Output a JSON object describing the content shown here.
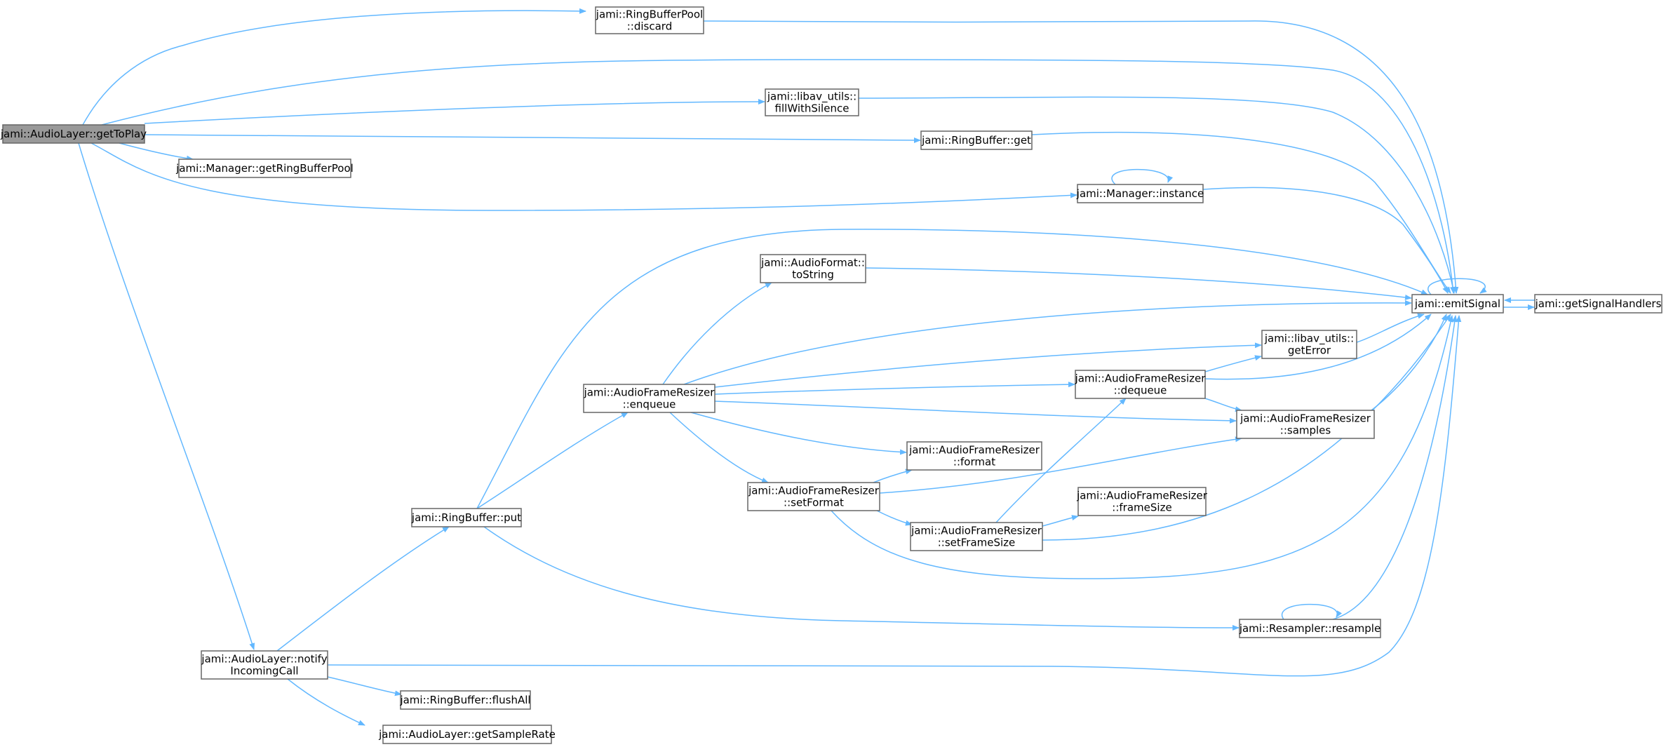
{
  "diagram": {
    "edge_color": "#63b8ff",
    "root_fill": "#999999",
    "node_fill": "#ffffff",
    "node_stroke": "#666666",
    "nodes": [
      {
        "id": "getToPlay",
        "label": [
          "jami::AudioLayer::getToPlay"
        ],
        "root": true
      },
      {
        "id": "discard",
        "label": [
          "jami::RingBufferPool",
          "::discard"
        ]
      },
      {
        "id": "fillWithSilence",
        "label": [
          "jami::libav_utils::",
          "fillWithSilence"
        ]
      },
      {
        "id": "rbget",
        "label": [
          "jami::RingBuffer::get"
        ]
      },
      {
        "id": "getRingBufferPool",
        "label": [
          "jami::Manager::getRingBufferPool"
        ]
      },
      {
        "id": "instance",
        "label": [
          "jami::Manager::instance"
        ]
      },
      {
        "id": "toString",
        "label": [
          "jami::AudioFormat::",
          "toString"
        ]
      },
      {
        "id": "emitSignal",
        "label": [
          "jami::emitSignal"
        ]
      },
      {
        "id": "getSignalHandlers",
        "label": [
          "jami::getSignalHandlers"
        ]
      },
      {
        "id": "getError",
        "label": [
          "jami::libav_utils::",
          "getError"
        ]
      },
      {
        "id": "enqueue",
        "label": [
          "jami::AudioFrameResizer",
          "::enqueue"
        ]
      },
      {
        "id": "dequeue",
        "label": [
          "jami::AudioFrameResizer",
          "::dequeue"
        ]
      },
      {
        "id": "samples",
        "label": [
          "jami::AudioFrameResizer",
          "::samples"
        ]
      },
      {
        "id": "format",
        "label": [
          "jami::AudioFrameResizer",
          "::format"
        ]
      },
      {
        "id": "setFormat",
        "label": [
          "jami::AudioFrameResizer",
          "::setFormat"
        ]
      },
      {
        "id": "frameSize",
        "label": [
          "jami::AudioFrameResizer",
          "::frameSize"
        ]
      },
      {
        "id": "rbput",
        "label": [
          "jami::RingBuffer::put"
        ]
      },
      {
        "id": "setFrameSize",
        "label": [
          "jami::AudioFrameResizer",
          "::setFrameSize"
        ]
      },
      {
        "id": "resample",
        "label": [
          "jami::Resampler::resample"
        ]
      },
      {
        "id": "notifyIncomingCall",
        "label": [
          "jami::AudioLayer::notify",
          "IncomingCall"
        ]
      },
      {
        "id": "flushAll",
        "label": [
          "jami::RingBuffer::flushAll"
        ]
      },
      {
        "id": "getSampleRate",
        "label": [
          "jami::AudioLayer::getSampleRate"
        ]
      }
    ],
    "edges": [
      [
        "getToPlay",
        "discard"
      ],
      [
        "getToPlay",
        "emitSignal"
      ],
      [
        "getToPlay",
        "fillWithSilence"
      ],
      [
        "getToPlay",
        "rbget"
      ],
      [
        "getToPlay",
        "getRingBufferPool"
      ],
      [
        "getToPlay",
        "instance"
      ],
      [
        "getToPlay",
        "notifyIncomingCall"
      ],
      [
        "discard",
        "emitSignal"
      ],
      [
        "fillWithSilence",
        "emitSignal"
      ],
      [
        "rbget",
        "emitSignal"
      ],
      [
        "instance",
        "instance"
      ],
      [
        "instance",
        "emitSignal"
      ],
      [
        "emitSignal",
        "emitSignal"
      ],
      [
        "emitSignal",
        "getSignalHandlers"
      ],
      [
        "getSignalHandlers",
        "emitSignal"
      ],
      [
        "toString",
        "emitSignal"
      ],
      [
        "getError",
        "emitSignal"
      ],
      [
        "dequeue",
        "getError"
      ],
      [
        "dequeue",
        "emitSignal"
      ],
      [
        "dequeue",
        "samples"
      ],
      [
        "samples",
        "emitSignal"
      ],
      [
        "enqueue",
        "toString"
      ],
      [
        "enqueue",
        "emitSignal"
      ],
      [
        "enqueue",
        "getError"
      ],
      [
        "enqueue",
        "dequeue"
      ],
      [
        "enqueue",
        "samples"
      ],
      [
        "enqueue",
        "format"
      ],
      [
        "enqueue",
        "setFormat"
      ],
      [
        "setFormat",
        "format"
      ],
      [
        "setFormat",
        "samples"
      ],
      [
        "setFormat",
        "setFrameSize"
      ],
      [
        "setFormat",
        "emitSignal"
      ],
      [
        "setFrameSize",
        "dequeue"
      ],
      [
        "setFrameSize",
        "frameSize"
      ],
      [
        "setFrameSize",
        "emitSignal"
      ],
      [
        "rbput",
        "emitSignal"
      ],
      [
        "rbput",
        "enqueue"
      ],
      [
        "rbput",
        "resample"
      ],
      [
        "resample",
        "resample"
      ],
      [
        "resample",
        "emitSignal"
      ],
      [
        "notifyIncomingCall",
        "rbput"
      ],
      [
        "notifyIncomingCall",
        "emitSignal"
      ],
      [
        "notifyIncomingCall",
        "flushAll"
      ],
      [
        "notifyIncomingCall",
        "getSampleRate"
      ]
    ]
  }
}
